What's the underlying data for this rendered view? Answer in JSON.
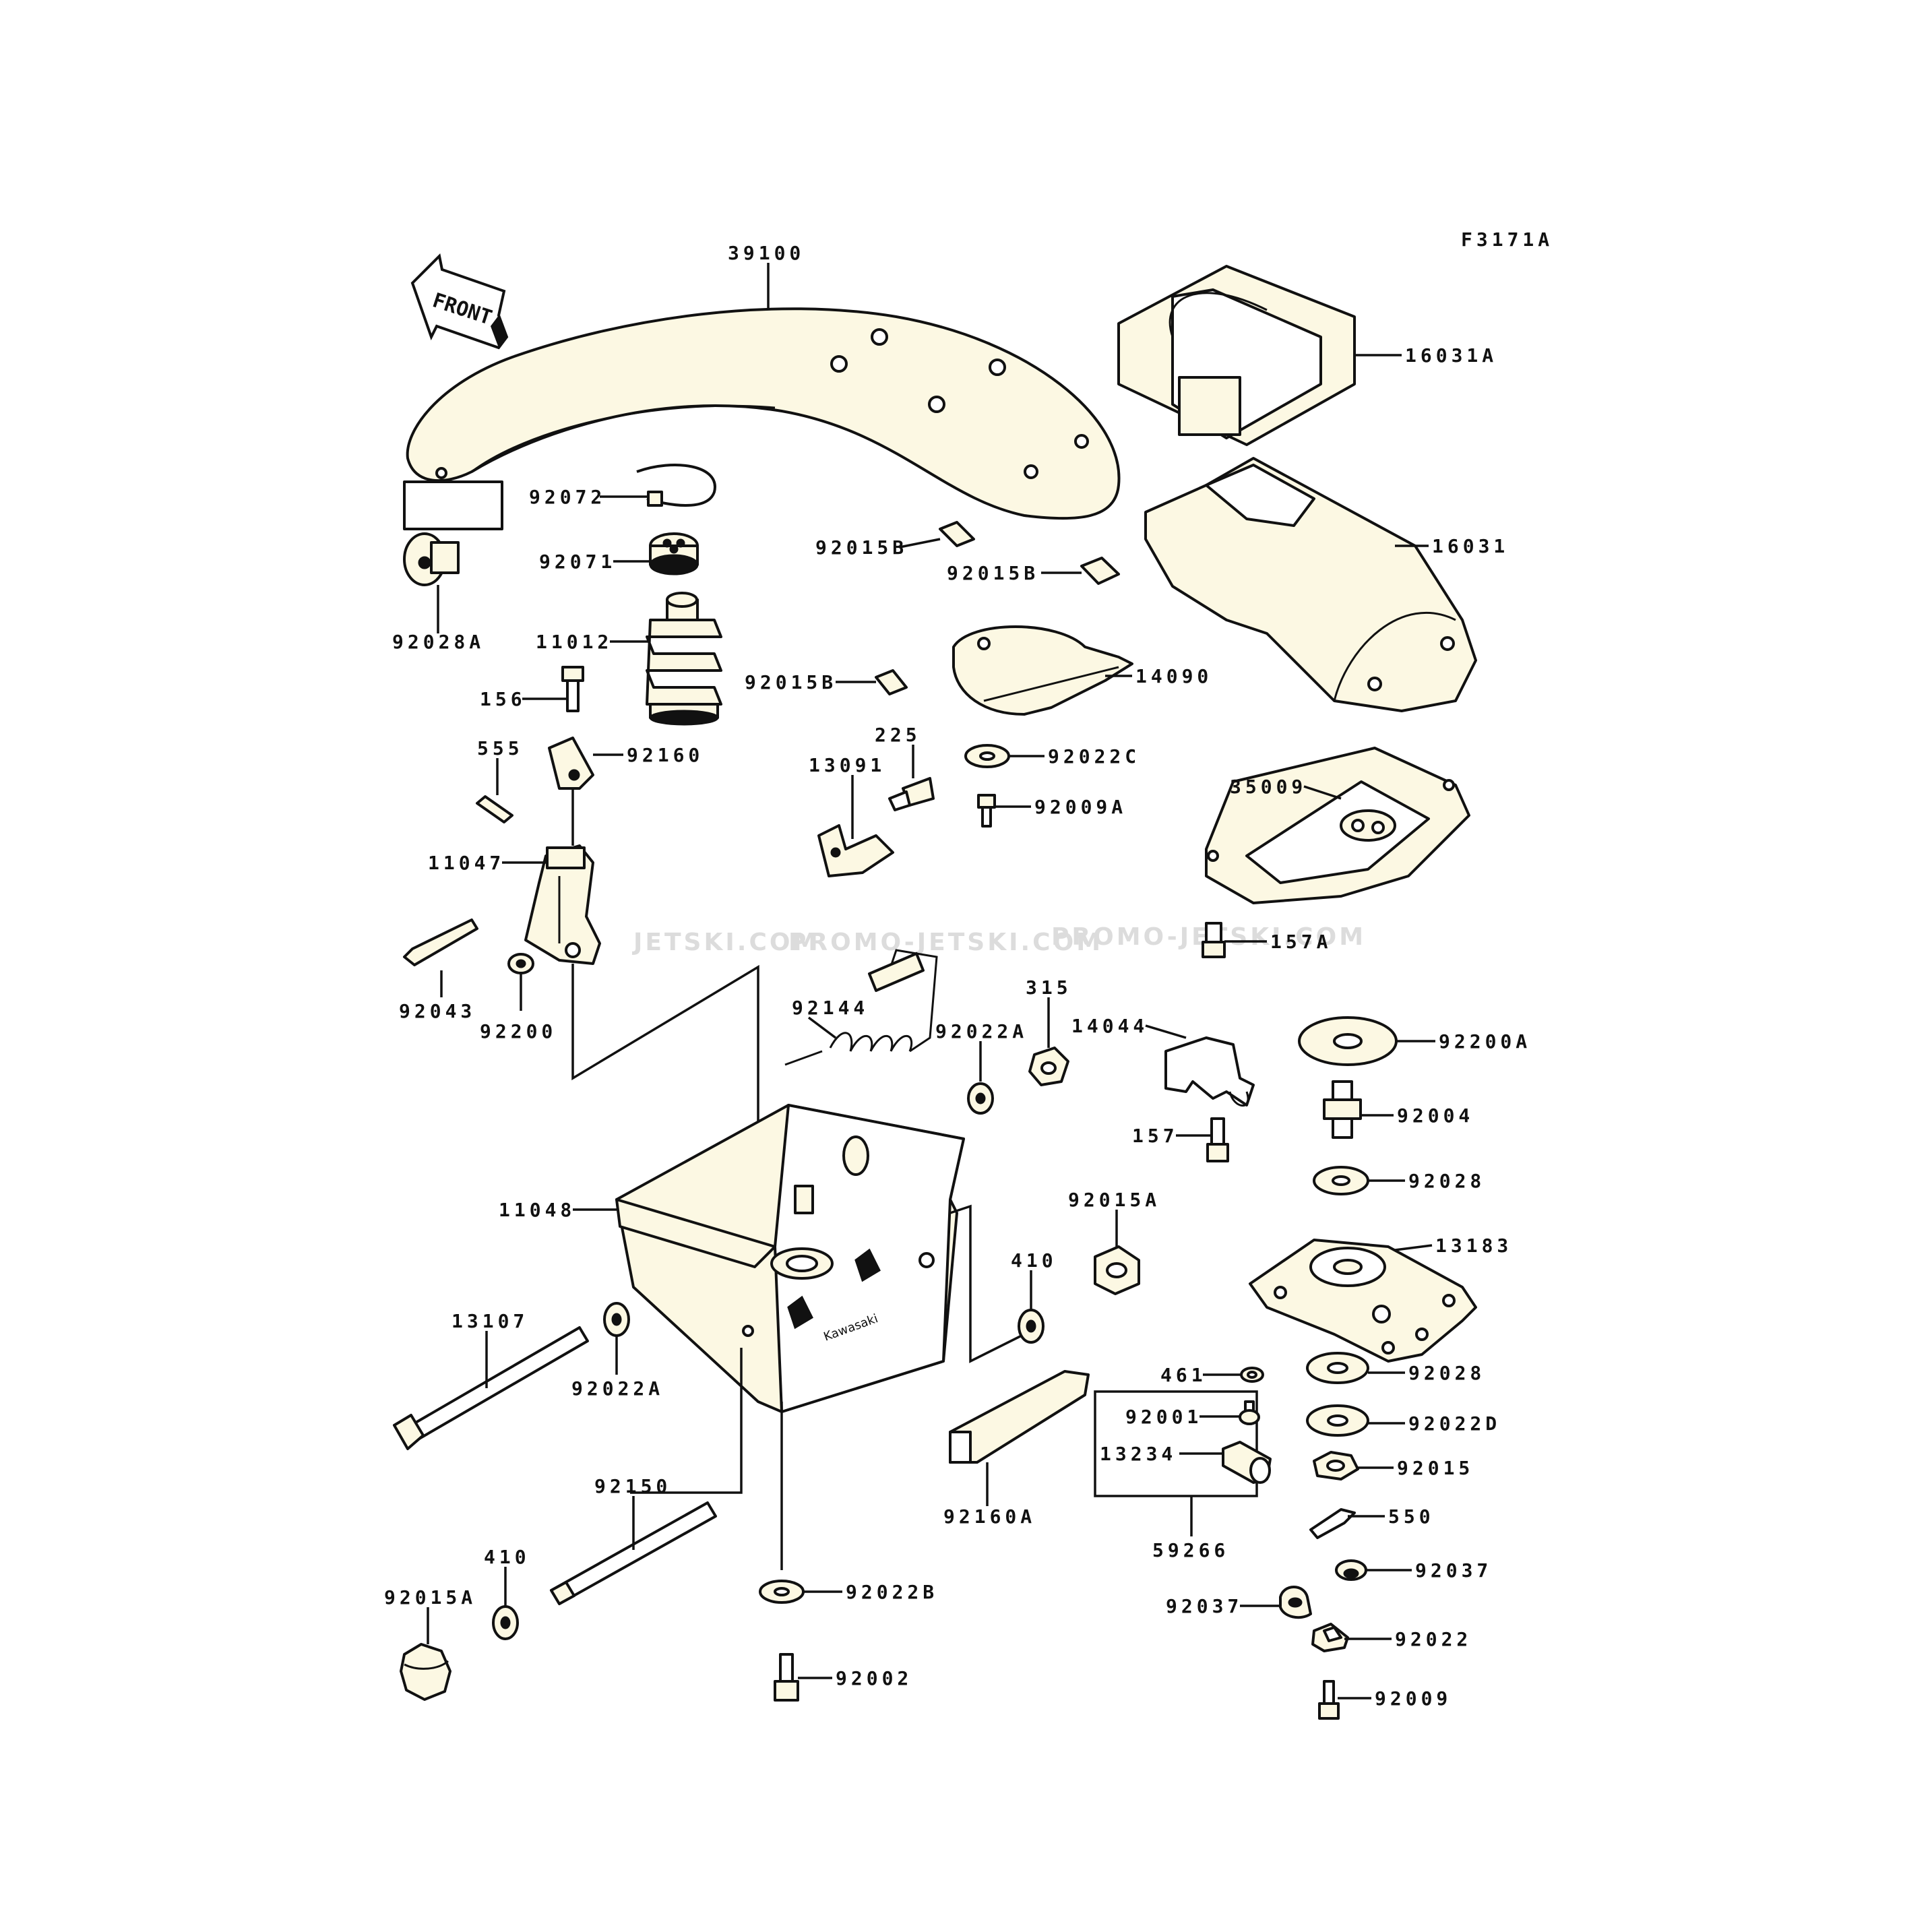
{
  "figure_code": "F3171A",
  "front_label": "FRONT",
  "watermark": [
    "JETSKI.COM",
    "PROMO-JETSKI.COM",
    "PROMO-JETSKI.COM"
  ],
  "labels": {
    "l39100": "39100",
    "l16031A": "16031A",
    "l16031": "16031",
    "l92072": "92072",
    "l92071": "92071",
    "l92015B_1": "92015B",
    "l92015B_2": "92015B",
    "l92015B_3": "92015B",
    "l92028A": "92028A",
    "l11012": "11012",
    "l14090": "14090",
    "l156": "156",
    "l555": "555",
    "l92160": "92160",
    "l225": "225",
    "l13091": "13091",
    "l92022C": "92022C",
    "l92009A": "92009A",
    "l35009": "35009",
    "l11047": "11047",
    "l157A": "157A",
    "l92144": "92144",
    "l315": "315",
    "l92022A_1": "92022A",
    "l14044": "14044",
    "l92200A": "92200A",
    "l92043": "92043",
    "l92200": "92200",
    "l92004": "92004",
    "l157": "157",
    "l92028_1": "92028",
    "l92015A_1": "92015A",
    "l11048": "11048",
    "l13183": "13183",
    "l410_1": "410",
    "l13107": "13107",
    "l461": "461",
    "l92028_2": "92028",
    "l92022A_2": "92022A",
    "l92001": "92001",
    "l92022D": "92022D",
    "l13234": "13234",
    "l92015": "92015",
    "l92150": "92150",
    "l92160A": "92160A",
    "l550": "550",
    "l410_2": "410",
    "l59266": "59266",
    "l92015A_2": "92015A",
    "l92037_1": "92037",
    "l92022B": "92022B",
    "l92037_2": "92037",
    "l92022": "92022",
    "l92002": "92002",
    "l92009": "92009"
  }
}
